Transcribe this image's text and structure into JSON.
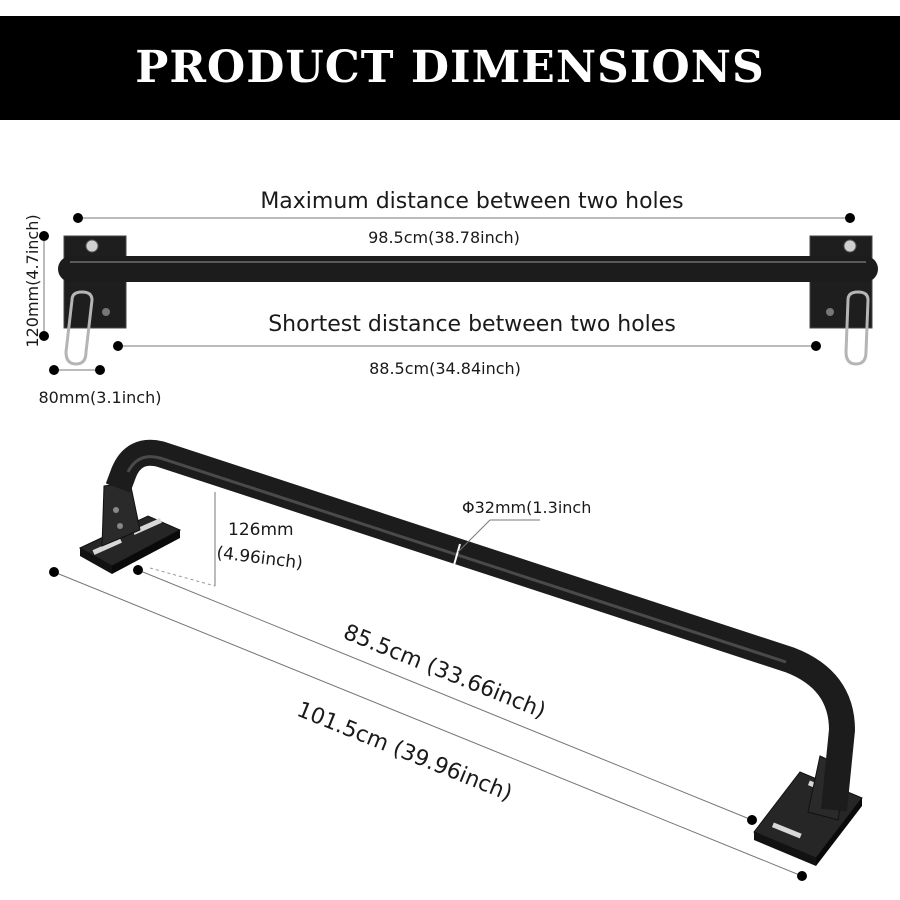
{
  "header": {
    "title": "PRODUCT DIMENSIONS"
  },
  "top_view": {
    "max_label": "Maximum distance between two holes",
    "max_value": "98.5cm(38.78inch)",
    "min_label": "Shortest distance between two holes",
    "min_value": "88.5cm(34.84inch)",
    "height_value": "120mm(4.7inch)",
    "width_value": "80mm(3.1inch)"
  },
  "perspective_view": {
    "rise_value_line1": "126mm",
    "rise_value_line2": "(4.96inch)",
    "diameter_value": "Φ32mm(1.3inch",
    "inner_length": "85.5cm (33.66inch)",
    "total_length": "101.5cm (39.96inch)"
  },
  "colors": {
    "header_bg": "#000000",
    "header_text": "#ffffff",
    "bar": "#1c1c1c",
    "text": "#1a1a1a"
  }
}
